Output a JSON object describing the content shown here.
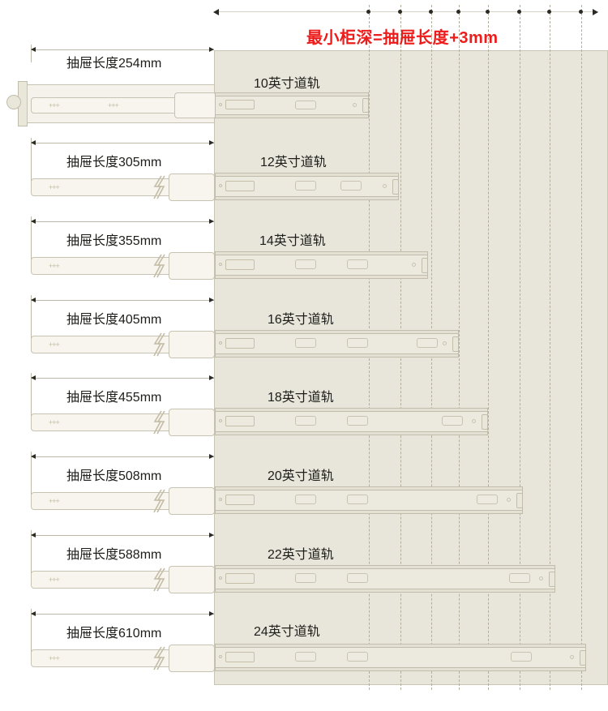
{
  "figure": {
    "headline": "最小柜深=抽屉长度+3mm",
    "headline_color": "#ee1b1b",
    "panel_color": "#e8e5da",
    "background_color": "#ffffff"
  },
  "rows": [
    {
      "drawer_label": "抽屉长度254mm",
      "rail_label": "10英寸道轨",
      "length_mm": 254,
      "size_inch": 10
    },
    {
      "drawer_label": "抽屉长度305mm",
      "rail_label": "12英寸道轨",
      "length_mm": 305,
      "size_inch": 12
    },
    {
      "drawer_label": "抽屉长度355mm",
      "rail_label": "14英寸道轨",
      "length_mm": 355,
      "size_inch": 14
    },
    {
      "drawer_label": "抽屉长度405mm",
      "rail_label": "16英寸道轨",
      "length_mm": 405,
      "size_inch": 16
    },
    {
      "drawer_label": "抽屉长度455mm",
      "rail_label": "18英寸道轨",
      "length_mm": 455,
      "size_inch": 18
    },
    {
      "drawer_label": "抽屉长度508mm",
      "rail_label": "20英寸道轨",
      "length_mm": 508,
      "size_inch": 20
    },
    {
      "drawer_label": "抽屉长度588mm",
      "rail_label": "22英寸道轨",
      "length_mm": 588,
      "size_inch": 22
    },
    {
      "drawer_label": "抽屉长度610mm",
      "rail_label": "24英寸道轨",
      "length_mm": 610,
      "size_inch": 24
    }
  ]
}
